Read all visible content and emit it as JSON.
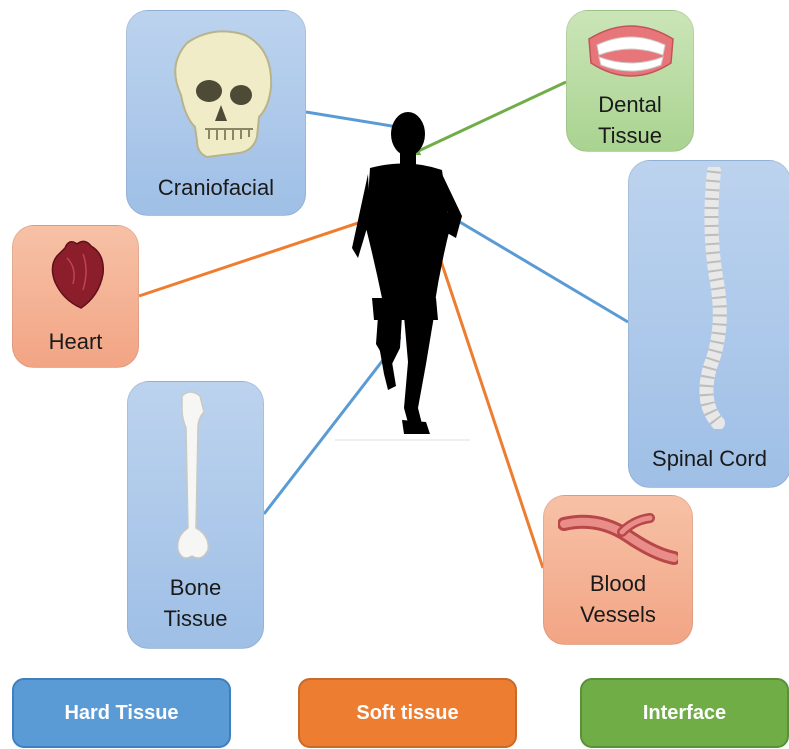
{
  "categories": {
    "hard": {
      "label": "Hard Tissue",
      "color": "#5b9bd5"
    },
    "soft": {
      "label": "Soft tissue",
      "color": "#ed7d31"
    },
    "interface": {
      "label": "Interface",
      "color": "#70ad47"
    }
  },
  "nodes": {
    "craniofacial": {
      "label": "Craniofacial",
      "category": "hard",
      "icon": "skull-icon"
    },
    "dental": {
      "label": "Dental\nTissue",
      "category": "interface",
      "icon": "teeth-icon"
    },
    "spinal": {
      "label": "Spinal Cord",
      "category": "hard",
      "icon": "spine-icon"
    },
    "heart": {
      "label": "Heart",
      "category": "soft",
      "icon": "heart-icon"
    },
    "bone": {
      "label": "Bone\nTissue",
      "category": "hard",
      "icon": "femur-icon"
    },
    "vessels": {
      "label": "Blood\nVessels",
      "category": "soft",
      "icon": "blood-vessel-icon"
    }
  },
  "center": {
    "icon": "runner-silhouette-icon"
  }
}
